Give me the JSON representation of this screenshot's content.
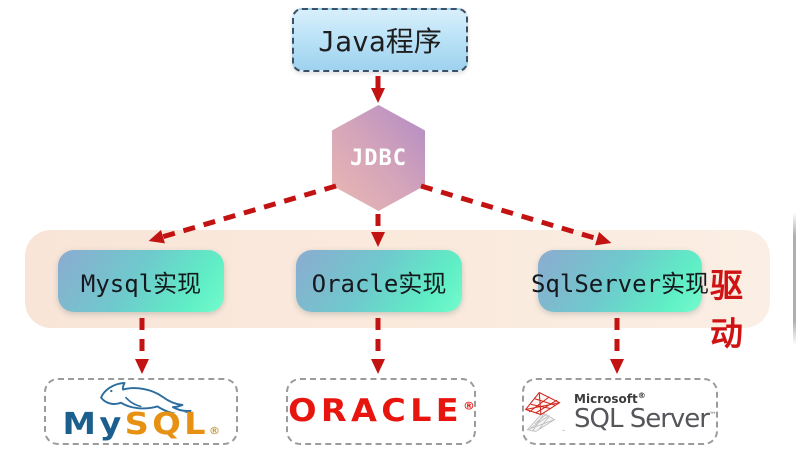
{
  "nodes": {
    "java_app": {
      "label": "Java程序"
    },
    "jdbc": {
      "label": "JDBC"
    },
    "driver_caption": "驱动",
    "implementations": [
      {
        "label": "Mysql实现"
      },
      {
        "label": "Oracle实现"
      },
      {
        "label": "SqlServer实现"
      }
    ]
  },
  "logos": {
    "mysql": {
      "part_my": "My",
      "part_sql": "SQL",
      "registered": "®"
    },
    "oracle": {
      "wordmark": "ORACLE",
      "registered": "®"
    },
    "sqlserver": {
      "company": "Microsoft",
      "registered": "®",
      "product": "SQL Server",
      "trademark": "™"
    }
  },
  "colors": {
    "arrow_red": "#c21212",
    "driver_text_red": "#cf1313",
    "java_box_top": "#d8effb",
    "java_box_bottom": "#9ed2ef",
    "java_box_border": "#3e5064",
    "hex_pink": "#eab9b2",
    "hex_purple": "#b18ac5",
    "impl_gradient_blue": "#8cabd0",
    "impl_gradient_green": "#5feec5",
    "band_bg": "#f9e8db",
    "logo_box_border": "#9b9b9b",
    "mysql_blue": "#1a5f8d",
    "mysql_orange": "#e79112",
    "oracle_red": "#e8150f",
    "sqlserver_gray": "#55565a"
  }
}
